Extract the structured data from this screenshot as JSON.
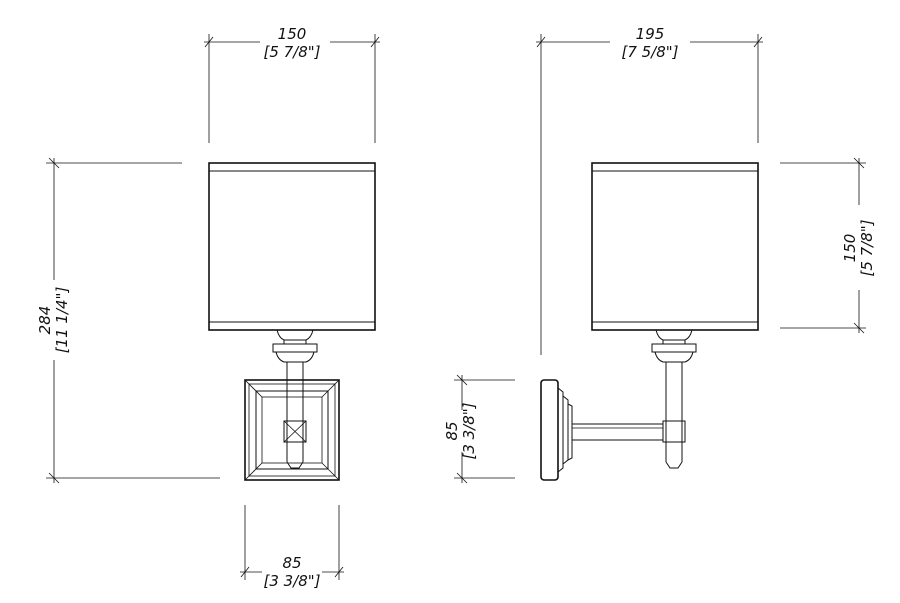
{
  "dimensions": {
    "front_width": {
      "mm": "150",
      "inch": "[5 7/8\"]"
    },
    "front_height": {
      "mm": "284",
      "inch": "[11 1/4\"]"
    },
    "front_base_width": {
      "mm": "85",
      "inch": "[3 3/8\"]"
    },
    "side_depth": {
      "mm": "195",
      "inch": "[7 5/8\"]"
    },
    "side_shade_height": {
      "mm": "150",
      "inch": "[5 7/8\"]"
    },
    "side_base_height": {
      "mm": "85",
      "inch": "[3 3/8\"]"
    }
  },
  "colors": {
    "line": "#111111",
    "background": "#ffffff"
  }
}
